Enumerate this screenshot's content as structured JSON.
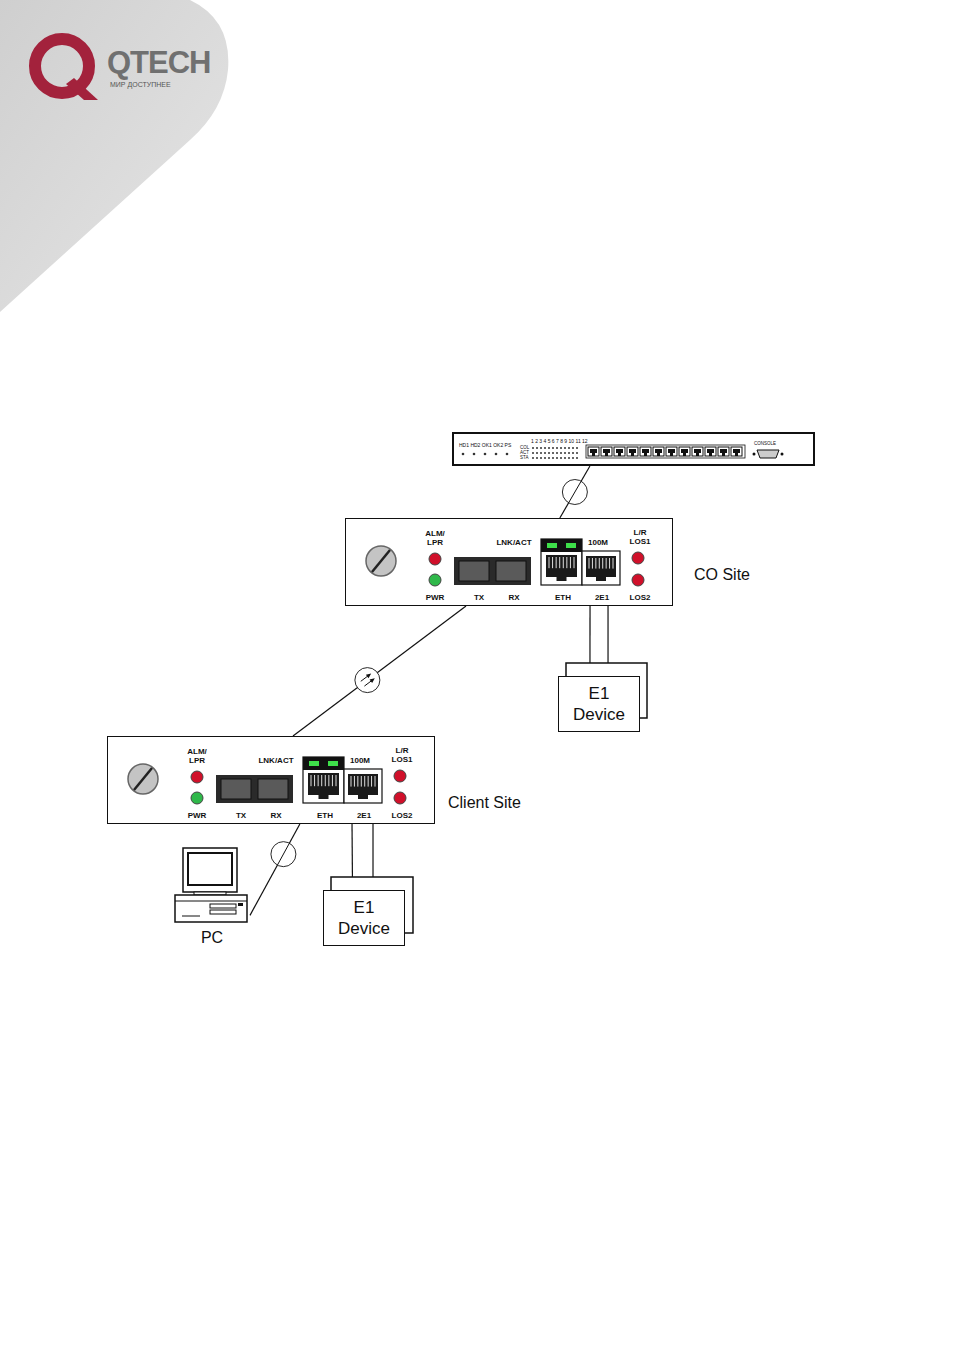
{
  "diagram": {
    "nodes": [
      {
        "text": [
          "HD1 HD2 OK1 OK2 PS",
          "1 2 3 4 5 6 7 8 9 10 11 12",
          "COL",
          "ACT",
          "STA",
          "CONSOLE"
        ]
      },
      {
        "text": [
          "ALM/ LPR",
          "PWR",
          "LNK/ACT",
          "TX",
          "RX",
          "ETH",
          "100M",
          "2E1",
          "L/R LOS1",
          "LOS2",
          "CO Site"
        ]
      },
      {
        "text": [
          "E1 Device"
        ]
      },
      {
        "text": [
          "ALM/ LPR",
          "PWR",
          "LNK/ACT",
          "TX",
          "RX",
          "ETH",
          "100M",
          "2E1",
          "L/R LOS1",
          "LOS2",
          "Client Site"
        ]
      },
      {
        "text": [
          "PC"
        ]
      },
      {
        "text": [
          "E1 Device"
        ]
      }
    ],
    "edges": [
      {
        "from": 0,
        "to": 1,
        "arrow": "none"
      },
      {
        "from": 1,
        "to": 3,
        "arrow": "none"
      },
      {
        "from": 1,
        "to": 2,
        "arrow": "none"
      },
      {
        "from": 3,
        "to": 4,
        "arrow": "none"
      },
      {
        "from": 3,
        "to": 5,
        "arrow": "none"
      }
    ],
    "labels": [
      "QTECH",
      "МИР ДОСТУПНЕЕ"
    ]
  }
}
